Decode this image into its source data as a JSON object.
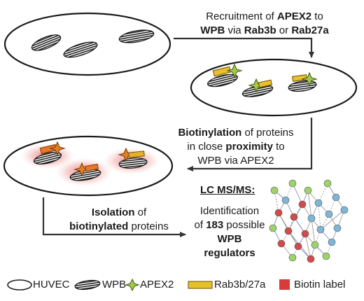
{
  "step1": {
    "line1_prefix": "Recruitment of ",
    "line1_bold": "APEX2",
    "line1_suffix": " to",
    "line2_bold_a": "WPB",
    "line2_mid": " via ",
    "line2_bold_b": "Rab3b",
    "line2_or": " or ",
    "line2_bold_c": "Rab27a"
  },
  "step2": {
    "line1_bold": "Biotinylation",
    "line1_suffix": " of proteins",
    "line2_prefix": "in close ",
    "line2_bold": "proximity",
    "line2_suffix": " to",
    "line3": "WPB via APEX2"
  },
  "ms_title": "LC MS/MS:",
  "step3": {
    "line1_bold": "Isolation",
    "line1_suffix": " of",
    "line2_bold": "biotinylated",
    "line2_suffix": " proteins"
  },
  "result": {
    "line1": "Identification",
    "line2_prefix": "of ",
    "line2_bold": "183",
    "line2_suffix": " possible",
    "line3_bold": "WPB",
    "line4_bold": "regulators"
  },
  "legend": {
    "huvec": "HUVEC",
    "wpb": "WPB",
    "apex2": "APEX2",
    "rab": "Rab3b/27a",
    "biotin": "Biotin label"
  },
  "colors": {
    "apex2": "#a6c94a",
    "rab": "#e8c02a",
    "biotin": "#d93a3a",
    "halo": "#e25a5a",
    "arrow": "#333333"
  }
}
